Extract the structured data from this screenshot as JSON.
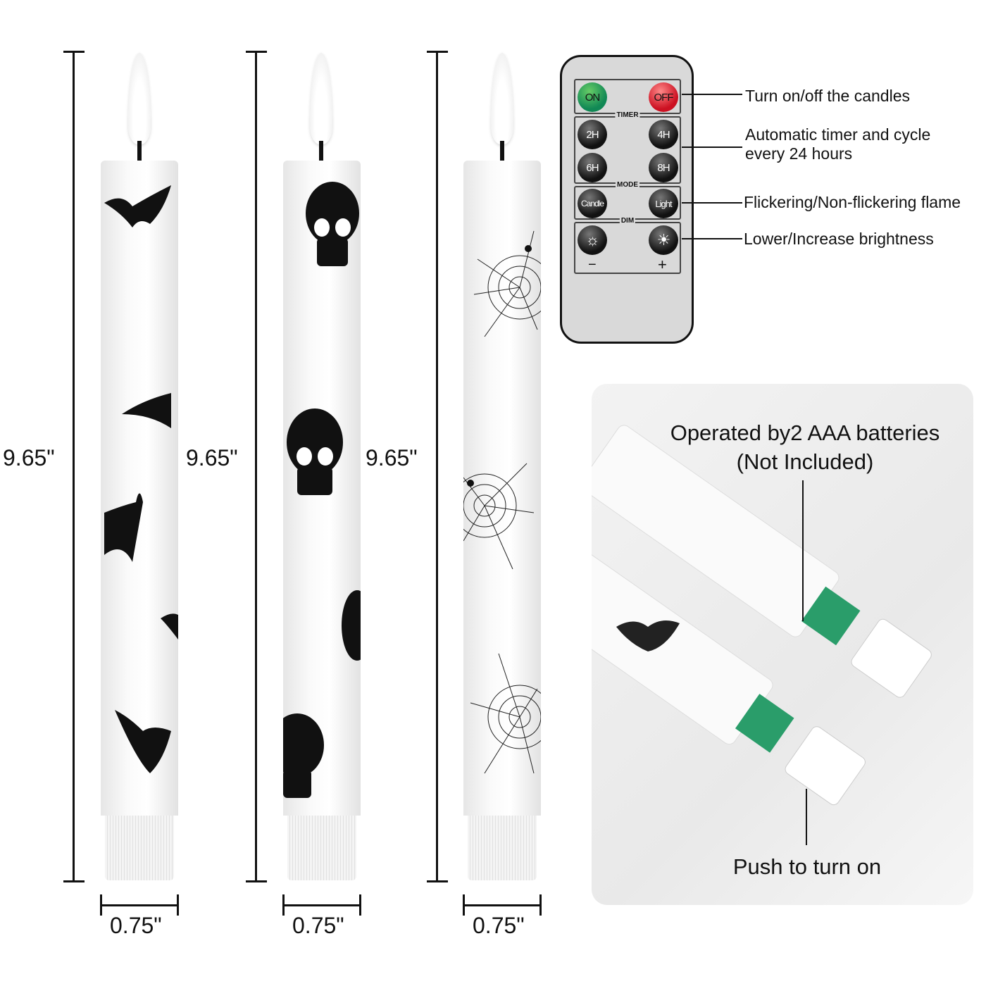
{
  "candles": [
    {
      "pattern": "bats",
      "height_label": "9.65\"",
      "width_label": "0.75\""
    },
    {
      "pattern": "skulls",
      "height_label": "9.65\"",
      "width_label": "0.75\""
    },
    {
      "pattern": "spider-webs",
      "height_label": "9.65\"",
      "width_label": "0.75\""
    }
  ],
  "remote": {
    "power": {
      "on": "ON",
      "off": "OFF"
    },
    "timer": {
      "label": "TIMER",
      "buttons": [
        "2H",
        "4H",
        "6H",
        "8H"
      ]
    },
    "mode": {
      "label": "MODE",
      "buttons": [
        "Candle",
        "Light"
      ]
    },
    "dim": {
      "label": "DIM",
      "minus": "−",
      "plus": "+"
    }
  },
  "annotations": [
    "Turn on/off the candles",
    "Automatic timer and cycle every 24 hours",
    "Flickering/Non-flickering flame",
    "Lower/Increase brightness"
  ],
  "photo": {
    "battery_note_line1": "Operated by2 AAA batteries",
    "battery_note_line2": "(Not Included)",
    "push_note": "Push to turn on"
  }
}
